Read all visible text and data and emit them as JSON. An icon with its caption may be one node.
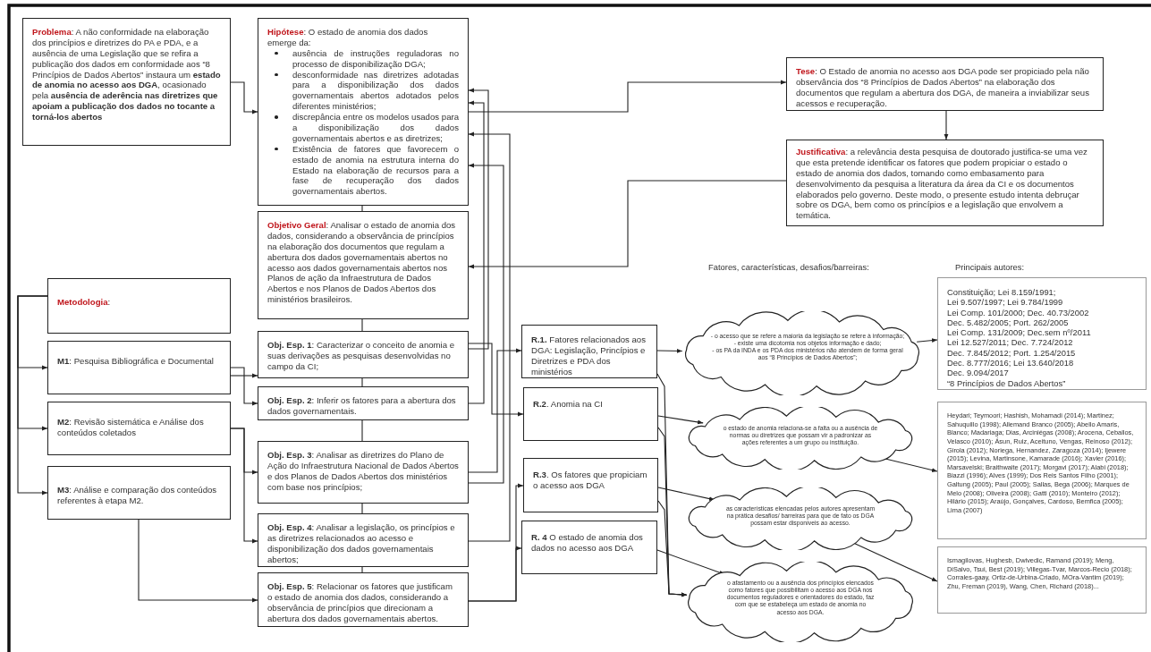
{
  "diagram": {
    "nodes": [
      {
        "text": [
          "**Problema**: A não conformidade na elaboração dos princípios e diretrizes do PA e PDA, e a ausência de uma Legislação que se refira a publicação dos dados em conformidade aos “8 Princípios de Dados Abertos” instaura um **estado de anomia no acesso aos DGA**, ocasionado pela **ausência de aderência nas diretrizes que apoiam a publicação dos dados no tocante a torná-los abertos**"
        ]
      },
      {
        "text": [
          "**Hipótese**: O estado de anomia dos dados emerge da:",
          "ausência de instruções reguladoras no processo de disponibilização DGA;",
          "desconformidade nas diretrizes adotadas para a disponibilização dos dados governamentais abertos adotados pelos diferentes ministérios;",
          "discrepância entre os modelos usados para a disponibilização dos dados governamentais abertos e as diretrizes;",
          "Existência de fatores que favorecem o estado de anomia na estrutura interna do Estado na elaboração de recursos para a fase de recuperação dos dados governamentais abertos."
        ]
      },
      {
        "text": [
          "**Objetivo Geral**: Analisar o estado de anomia dos dados, considerando a observância de princípios na elaboração dos documentos que regulam a abertura dos dados governamentais abertos no acesso aos dados governamentais abertos nos Planos de ação da Infraestrutura de Dados Abertos e nos Planos de Dados Abertos dos ministérios brasileiros."
        ]
      },
      {
        "text": [
          "**Tese**: O Estado de anomia no acesso aos DGA pode ser propiciado pela não observância dos “8 Princípios de Dados Abertos” na elaboração dos documentos que regulam a abertura dos DGA, de maneira a inviabilizar seus acessos e recuperação."
        ]
      },
      {
        "text": [
          "**Justificativa**: a relevância desta pesquisa de doutorado justifica-se uma vez que esta pretende identificar  os fatores que podem propiciar o estado  o estado de anomia dos dados, tomando como embasamento para desenvolvimento da pesquisa a literatura da área da CI e os documentos elaborados pelo governo. Deste modo, o presente estudo intenta debruçar sobre os DGA, bem como os princípios e a legislação que envolvem a temática."
        ]
      },
      {
        "text": [
          "**Metodologia**:"
        ]
      },
      {
        "text": [
          "**M1**: Pesquisa Bibliográfica  e Documental"
        ]
      },
      {
        "text": [
          "**M2**: Revisão sistemática e Análise dos conteúdos coletados"
        ]
      },
      {
        "text": [
          "**M3**: Análise e comparação dos conteúdos referentes à etapa M2."
        ]
      },
      {
        "text": [
          "**Obj. Esp. 1**: Caracterizar o conceito de anomia e suas derivações as pesquisas desenvolvidas no campo da CI;"
        ]
      },
      {
        "text": [
          "**Obj. Esp. 2**: Inferir os fatores para a abertura dos dados governamentais."
        ]
      },
      {
        "text": [
          "**Obj. Esp. 3**: Analisar as diretrizes do Plano de Ação do Infraestrutura Nacional de Dados Abertos e dos Planos de Dados Abertos dos ministérios com base nos princípios;"
        ]
      },
      {
        "text": [
          "**Obj. Esp. 4**: Analisar a legislação, os princípios e as diretrizes relacionados ao acesso e disponibilização dos dados governamentais abertos;"
        ]
      },
      {
        "text": [
          "**Obj. Esp. 5**: Relacionar os fatores que justificam o estado de anomia dos dados, considerando a observância de princípios que direcionam a abertura dos dados governamentais abertos."
        ]
      },
      {
        "text": [
          "**R.1.** Fatores relacionados aos DGA: Legislação, Princípios e Diretrizes e PDA dos ministérios"
        ]
      },
      {
        "text": [
          "**R.2**. Anomia na CI"
        ]
      },
      {
        "text": [
          "**R.3**. Os fatores que propiciam o acesso aos DGA"
        ]
      },
      {
        "text": [
          "**R. 4** O estado de anomia dos dados no acesso aos DGA"
        ]
      },
      {
        "text": [
          "- o acesso que se refere a maioria da legislação se refere à informação;",
          "- existe uma dicotomia nos objetos informação e dado;",
          "- os PA da INDA e os PDA dos ministérios não atendem de forma geral aos “8 Princípios de Dados Abertos”;"
        ]
      },
      {
        "text": [
          "o estado de anomia relaciona-se a falta ou a ausência de normas ou diretrizes que possam vir a padronizar as ações referentes a um grupo ou instituição."
        ]
      },
      {
        "text": [
          "as características elencadas pelos autores apresentam na prática desafios/ barreiras para que de fato os DGA possam estar disponíveis ao acesso."
        ]
      },
      {
        "text": [
          "o afastamento ou a ausência dos princípios elencados como fatores que possibilitam o acesso aos DGA nos documentos reguladores e orientadores do estado, faz com que se estabeleça um estado de anomia no acesso aos DGA."
        ]
      },
      {
        "text": [
          "Constituição; Lei 8.159/1991;",
          "Lei 9.507/1997; Lei 9.784/1999",
          "Lei Comp. 101/2000; Dec. 40.73/2002",
          "Dec. 5.482/2005; Port. 262/2005",
          "Lei Comp. 131/2009; Dec.sem nº/2011",
          "Lei 12.527/2011; Dec. 7.724/2012",
          "Dec. 7.845/2012; Port. 1.254/2015",
          "Dec. 8.777/2016; Lei 13.640/2018",
          "Dec. 9.094/2017",
          "“8 Princípios de Dados Abertos”"
        ]
      },
      {
        "text": [
          "Heydari; Teymoori; Hashish, Mohamadi (2014); Martinez; Sahuquillo (1998); Allemand Branco (2005); Abello Amaris, Blanco; Madariaga; Dias, Arciniégas (2008); Arocena, Ceballos, Velasco (2010); Ásun, Ruiz, Aceituno, Vengas, Reinoso (2012); Girola (2012); Noriega, Hernandez, Zaragoza (2014); Ijewere (2015); Levina, Martinsone, Kamarade (2016); Xavier (2016);",
          "Marsavelski; Braithwaite (2017); Morgavi (2017); Alabi (2018); Biazzi (1996); Alves (1999); Dos Reis Santos Filho (2001); Galtung (2005); Paul (2005); Sallas, Bega (2006); Marques de Melo (2008); Oliveira (2008); Gatti (2010); Monteiro (2012); Hilário (2015); Araújo, Gonçalves, Cardoso, Bemfica (2005); Lima (2007)"
        ]
      },
      {
        "text": [
          "Ismagilovas, Hughesb, Dwivedic, Ramand (2019); Meng, DiSalvo, Tsui, Best (2019); Villegas-Tvar, Marcos-Recio (2018); Corrales-gaay, Ortiz-de-Urbina-Criado, MOra-Vantim (2019); Zhu, Freman (2019), Wang, Chen, Richard (2018)..."
        ]
      }
    ],
    "edges": [
      {
        "from": 0,
        "to": 1,
        "arrow": "to"
      },
      {
        "from": 1,
        "to": 2,
        "arrow": "none"
      },
      {
        "from": 2,
        "to": 9,
        "arrow": "none"
      },
      {
        "from": 9,
        "to": 10,
        "arrow": "none"
      },
      {
        "from": 10,
        "to": 11,
        "arrow": "none"
      },
      {
        "from": 11,
        "to": 12,
        "arrow": "none"
      },
      {
        "from": 12,
        "to": 13,
        "arrow": "none"
      },
      {
        "from": 1,
        "to": 3,
        "arrow": "to"
      },
      {
        "from": 3,
        "to": 4,
        "arrow": "to"
      },
      {
        "from": 4,
        "to": 2,
        "arrow": "to"
      },
      {
        "from": 5,
        "to": 6,
        "arrow": "to"
      },
      {
        "from": 5,
        "to": 7,
        "arrow": "to"
      },
      {
        "from": 5,
        "to": 8,
        "arrow": "to"
      },
      {
        "from": 6,
        "to": 9,
        "arrow": "to"
      },
      {
        "from": 6,
        "to": 10,
        "arrow": "to"
      },
      {
        "from": 7,
        "to": 11,
        "arrow": "to"
      },
      {
        "from": 7,
        "to": 12,
        "arrow": "to"
      },
      {
        "from": 8,
        "to": 13,
        "arrow": "to"
      },
      {
        "from": 9,
        "to": 15,
        "arrow": "to"
      },
      {
        "from": 9,
        "to": 1,
        "arrow": "to"
      },
      {
        "from": 10,
        "to": 1,
        "arrow": "to"
      },
      {
        "from": 11,
        "to": 14,
        "arrow": "to"
      },
      {
        "from": 11,
        "to": 1,
        "arrow": "to"
      },
      {
        "from": 12,
        "to": 1,
        "arrow": "to"
      },
      {
        "from": 13,
        "to": 16,
        "arrow": "to"
      },
      {
        "from": 13,
        "to": 17,
        "arrow": "to"
      },
      {
        "from": 14,
        "to": 18,
        "arrow": "to"
      },
      {
        "from": 15,
        "to": 19,
        "arrow": "to"
      },
      {
        "from": 16,
        "to": 20,
        "arrow": "to"
      },
      {
        "from": 17,
        "to": 21,
        "arrow": "to"
      },
      {
        "from": 14,
        "to": 21,
        "arrow": "to"
      },
      {
        "from": 15,
        "to": 21,
        "arrow": "to"
      },
      {
        "from": 16,
        "to": 21,
        "arrow": "to"
      },
      {
        "from": 18,
        "to": 22,
        "arrow": "to"
      },
      {
        "from": 19,
        "to": 23,
        "arrow": "to"
      },
      {
        "from": 20,
        "to": 24,
        "arrow": "to"
      }
    ],
    "labels": [
      "Fatores, características, desafios/barreiras:",
      "Principais autores:"
    ]
  }
}
